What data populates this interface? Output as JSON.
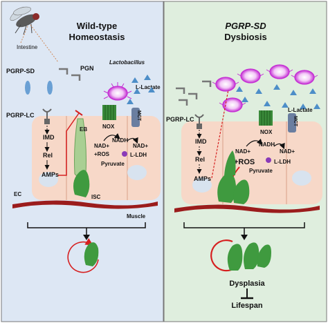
{
  "left": {
    "title_line1": "Wild-type",
    "title_line2": "Homeostasis",
    "labels": {
      "intestine": "Intestine",
      "pgrp_sd": "PGRP-SD",
      "pgn": "PGN",
      "lactobacillus": "Lactobacillus",
      "l_lactate": "L-Lactate",
      "pgrp_lc": "PGRP-LC",
      "imd": "IMD",
      "rel": "Rel",
      "amps": "AMPs",
      "eb": "EB",
      "nox": "NOX",
      "mct": "MCT",
      "nad1": "NAD+",
      "nadh": "NADH",
      "nad2": "NAD+",
      "ros": "+ROS",
      "lldh": "L-LDH",
      "pyruvate": "Pyruvate",
      "ec": "EC",
      "isc": "ISC",
      "muscle": "Muscle"
    }
  },
  "right": {
    "title_line1": "PGRP-SD",
    "title_line2": "Dysbiosis",
    "labels": {
      "pgrp_lc": "PGRP-LC",
      "imd": "IMD",
      "rel": "Rel",
      "amps": "AMPs",
      "nox": "NOX",
      "mct": "MCT",
      "l_lactate": "L-Lactate",
      "nad1": "NAD+",
      "nadh": "NADH",
      "nad2": "NAD+",
      "ros": "+ROS",
      "lldh": "L-LDH",
      "pyruvate": "Pyruvate",
      "dysplasia": "Dysplasia",
      "lifespan": "Lifespan"
    }
  },
  "colors": {
    "left_bg": "#dde7f4",
    "right_bg": "#dfeede",
    "cell": "#f7d8c8",
    "nucleus": "#d8e3ef",
    "isc_green": "#3f9a3f",
    "eb_green": "#a9cf93",
    "bacteria": "#c42fd3",
    "lactate_triangle": "#4d8ec8",
    "muscle": "#9b1c1c",
    "inhibit_red": "#d62020"
  }
}
